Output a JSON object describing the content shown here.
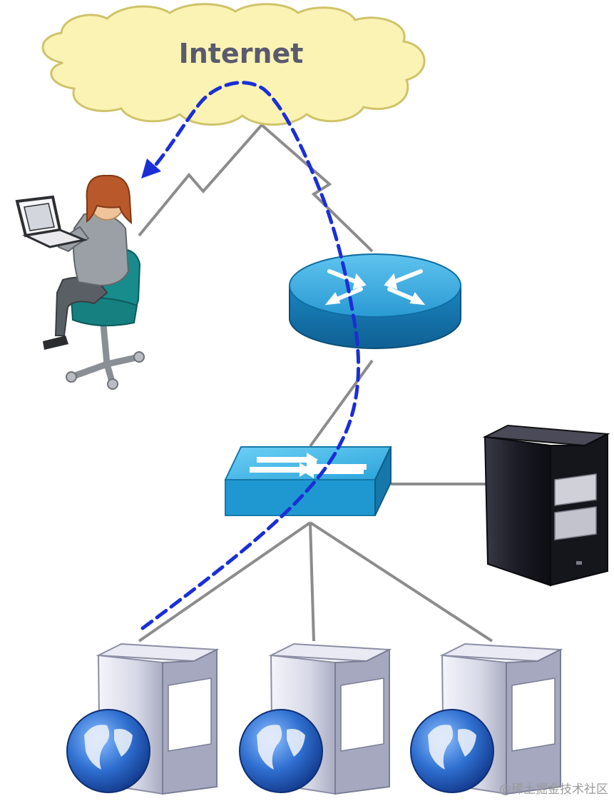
{
  "cloud": {
    "label": "Internet"
  },
  "watermark": "@稀土掘金技术社区",
  "colors": {
    "cloud_fill": "#faf3b4",
    "cloud_stroke": "#cfc36a",
    "router_blue": "#1d8fc8",
    "switch_blue": "#2fa9df",
    "data_path": "#1a2fd6",
    "link_gray": "#8c8c8c",
    "server_black": "#1b1b24",
    "globe_blue": "#2f6fd0"
  },
  "nodes": [
    {
      "name": "internet-cloud",
      "icon": "cloud-icon"
    },
    {
      "name": "remote-user",
      "icon": "person-laptop-icon"
    },
    {
      "name": "router",
      "icon": "router-icon"
    },
    {
      "name": "switch",
      "icon": "switch-icon"
    },
    {
      "name": "dark-server",
      "icon": "server-tower-icon"
    },
    {
      "name": "web-server-1",
      "icon": "web-server-icon"
    },
    {
      "name": "web-server-2",
      "icon": "web-server-icon"
    },
    {
      "name": "web-server-3",
      "icon": "web-server-icon"
    }
  ]
}
